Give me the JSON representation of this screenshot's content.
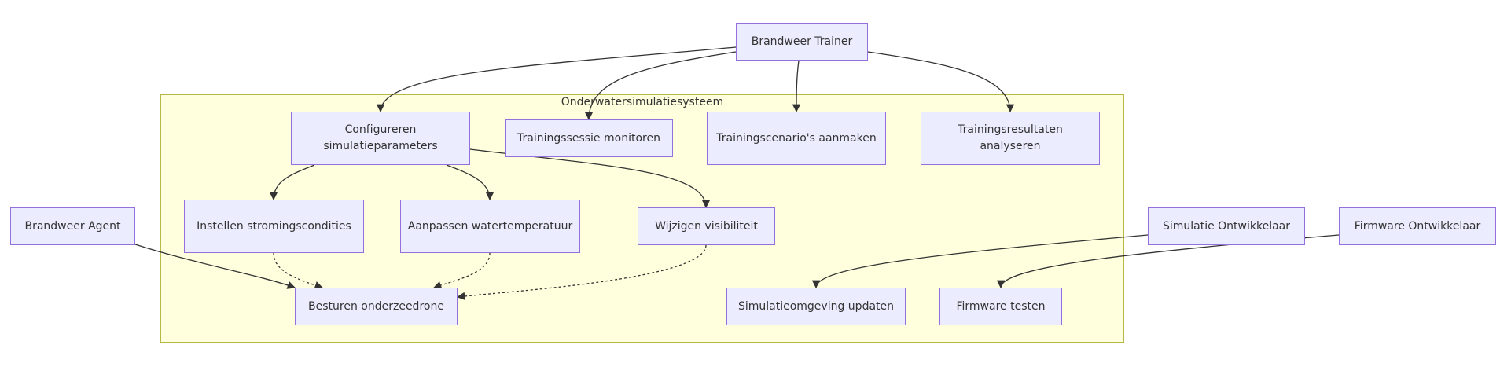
{
  "diagram": {
    "cluster_label": "Onderwatersimulatiesysteem",
    "colors": {
      "cluster_fill": "#ffffde",
      "cluster_stroke": "#b8b84a",
      "node_fill": "#ececff",
      "node_stroke": "#9370db",
      "edge": "#333333"
    },
    "nodes": {
      "brandweer_trainer": "Brandweer Trainer",
      "configureren": "Configureren simulatieparameters",
      "trainingssessie": "Trainingssessie monitoren",
      "trainingscenarios": "Trainingscenario's aanmaken",
      "trainingsresultaten": "Trainingsresultaten analyseren",
      "brandweer_agent": "Brandweer Agent",
      "instellen": "Instellen stromingscondities",
      "aanpassen": "Aanpassen watertemperatuur",
      "wijzigen": "Wijzigen visibiliteit",
      "simulatie_ontwikkelaar": "Simulatie Ontwikkelaar",
      "firmware_ontwikkelaar": "Firmware Ontwikkelaar",
      "besturen": "Besturen onderzeedrone",
      "simulatieomgeving": "Simulatieomgeving updaten",
      "firmware_testen": "Firmware testen"
    },
    "edges": [
      {
        "from": "brandweer_trainer",
        "to": "configureren",
        "style": "solid"
      },
      {
        "from": "brandweer_trainer",
        "to": "trainingssessie",
        "style": "solid"
      },
      {
        "from": "brandweer_trainer",
        "to": "trainingscenarios",
        "style": "solid"
      },
      {
        "from": "brandweer_trainer",
        "to": "trainingsresultaten",
        "style": "solid"
      },
      {
        "from": "configureren",
        "to": "instellen",
        "style": "solid"
      },
      {
        "from": "configureren",
        "to": "aanpassen",
        "style": "solid"
      },
      {
        "from": "configureren",
        "to": "wijzigen",
        "style": "solid"
      },
      {
        "from": "brandweer_agent",
        "to": "besturen",
        "style": "solid"
      },
      {
        "from": "instellen",
        "to": "besturen",
        "style": "dotted"
      },
      {
        "from": "aanpassen",
        "to": "besturen",
        "style": "dotted"
      },
      {
        "from": "wijzigen",
        "to": "besturen",
        "style": "dotted"
      },
      {
        "from": "simulatie_ontwikkelaar",
        "to": "simulatieomgeving",
        "style": "solid"
      },
      {
        "from": "firmware_ontwikkelaar",
        "to": "firmware_testen",
        "style": "solid"
      }
    ]
  }
}
